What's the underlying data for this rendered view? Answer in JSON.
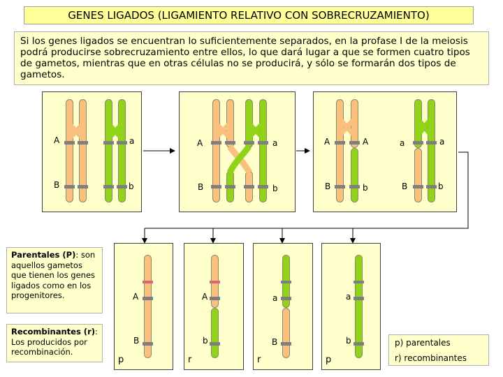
{
  "title": "GENES LIGADOS (LIGAMIENTO RELATIVO CON SOBRECRUZAMIENTO)",
  "intro": "Si los genes ligados se encuentran lo suficientemente separados, en la profase I de la meiosis podrá producirse sobrecruzamiento entre ellos, lo que dará lugar a que se formen cuatro tipos de gametos, mientras que en otras células no se producirá, y sólo se formarán  dos tipos de gametos.",
  "colors": {
    "orange": "#fbc07e",
    "green": "#91d319",
    "band": "#7f7f7f",
    "panel": "#ffffcc"
  },
  "stages": [
    {
      "labels": [
        "A",
        "a",
        "B",
        "b"
      ]
    },
    {
      "labels": [
        "A",
        "a",
        "B",
        "b"
      ]
    },
    {
      "labels": [
        "A",
        "A",
        "a",
        "a",
        "B",
        "b",
        "B",
        "b"
      ]
    }
  ],
  "gametes": [
    {
      "gene1": "A",
      "gene2": "B",
      "type": "p"
    },
    {
      "gene1": "A",
      "gene2": "b",
      "type": "r"
    },
    {
      "gene1": "a",
      "gene2": "B",
      "type": "r"
    },
    {
      "gene1": "a",
      "gene2": "b",
      "type": "p"
    }
  ],
  "notes": {
    "parental_title": "Parentales (P)",
    "parental_text": ": son aquellos gametos que tienen los genes ligados como en los progenitores.",
    "recomb_title": "Recombinantes (r)",
    "recomb_text": ": Los producidos por recombinación."
  },
  "legend": {
    "p": "p) parentales",
    "r": "r) recombinantes"
  }
}
